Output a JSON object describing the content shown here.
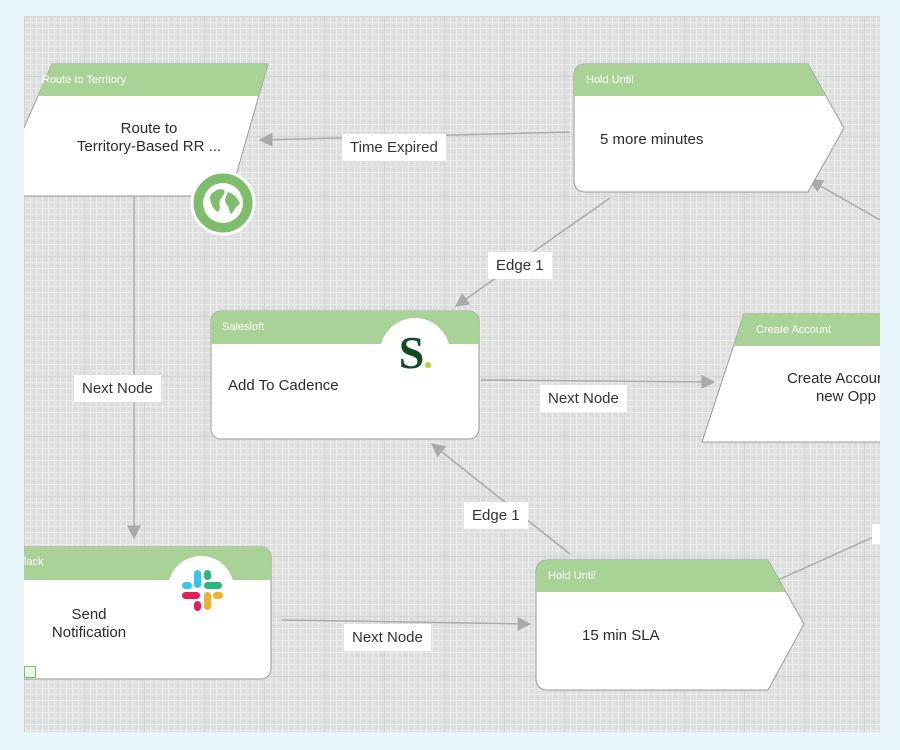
{
  "nodes": {
    "route": {
      "header": "Route to Territory",
      "text_line1": "Route to",
      "text_line2": "Territory-Based RR ..."
    },
    "hold_top": {
      "header": "Hold Until",
      "text": "5 more minutes"
    },
    "salesloft": {
      "header": "Salesloft",
      "text": "Add To Cadence",
      "logo_letter": "S"
    },
    "create_account": {
      "header": "Create Account",
      "text_line1": "Create Accour",
      "text_line2": "new Opp"
    },
    "slack": {
      "header": "lack",
      "text_line1": "Send",
      "text_line2": "Notification"
    },
    "hold_bottom": {
      "header": "Hold Until",
      "text": "15 min SLA"
    }
  },
  "edge_labels": {
    "time_expired": "Time Expired",
    "edge1_top": "Edge 1",
    "next_node_left": "Next Node",
    "next_node_mid": "Next Node",
    "edge1_bottom": "Edge 1",
    "next_node_bottom": "Next Node"
  },
  "colors": {
    "header_green": "#a9d296",
    "edge_gray": "#a9aaaa",
    "globe_green": "#7dbd6c",
    "salesloft_green": "#124a22"
  },
  "icons": [
    "globe-icon",
    "salesloft-logo",
    "slack-logo"
  ]
}
